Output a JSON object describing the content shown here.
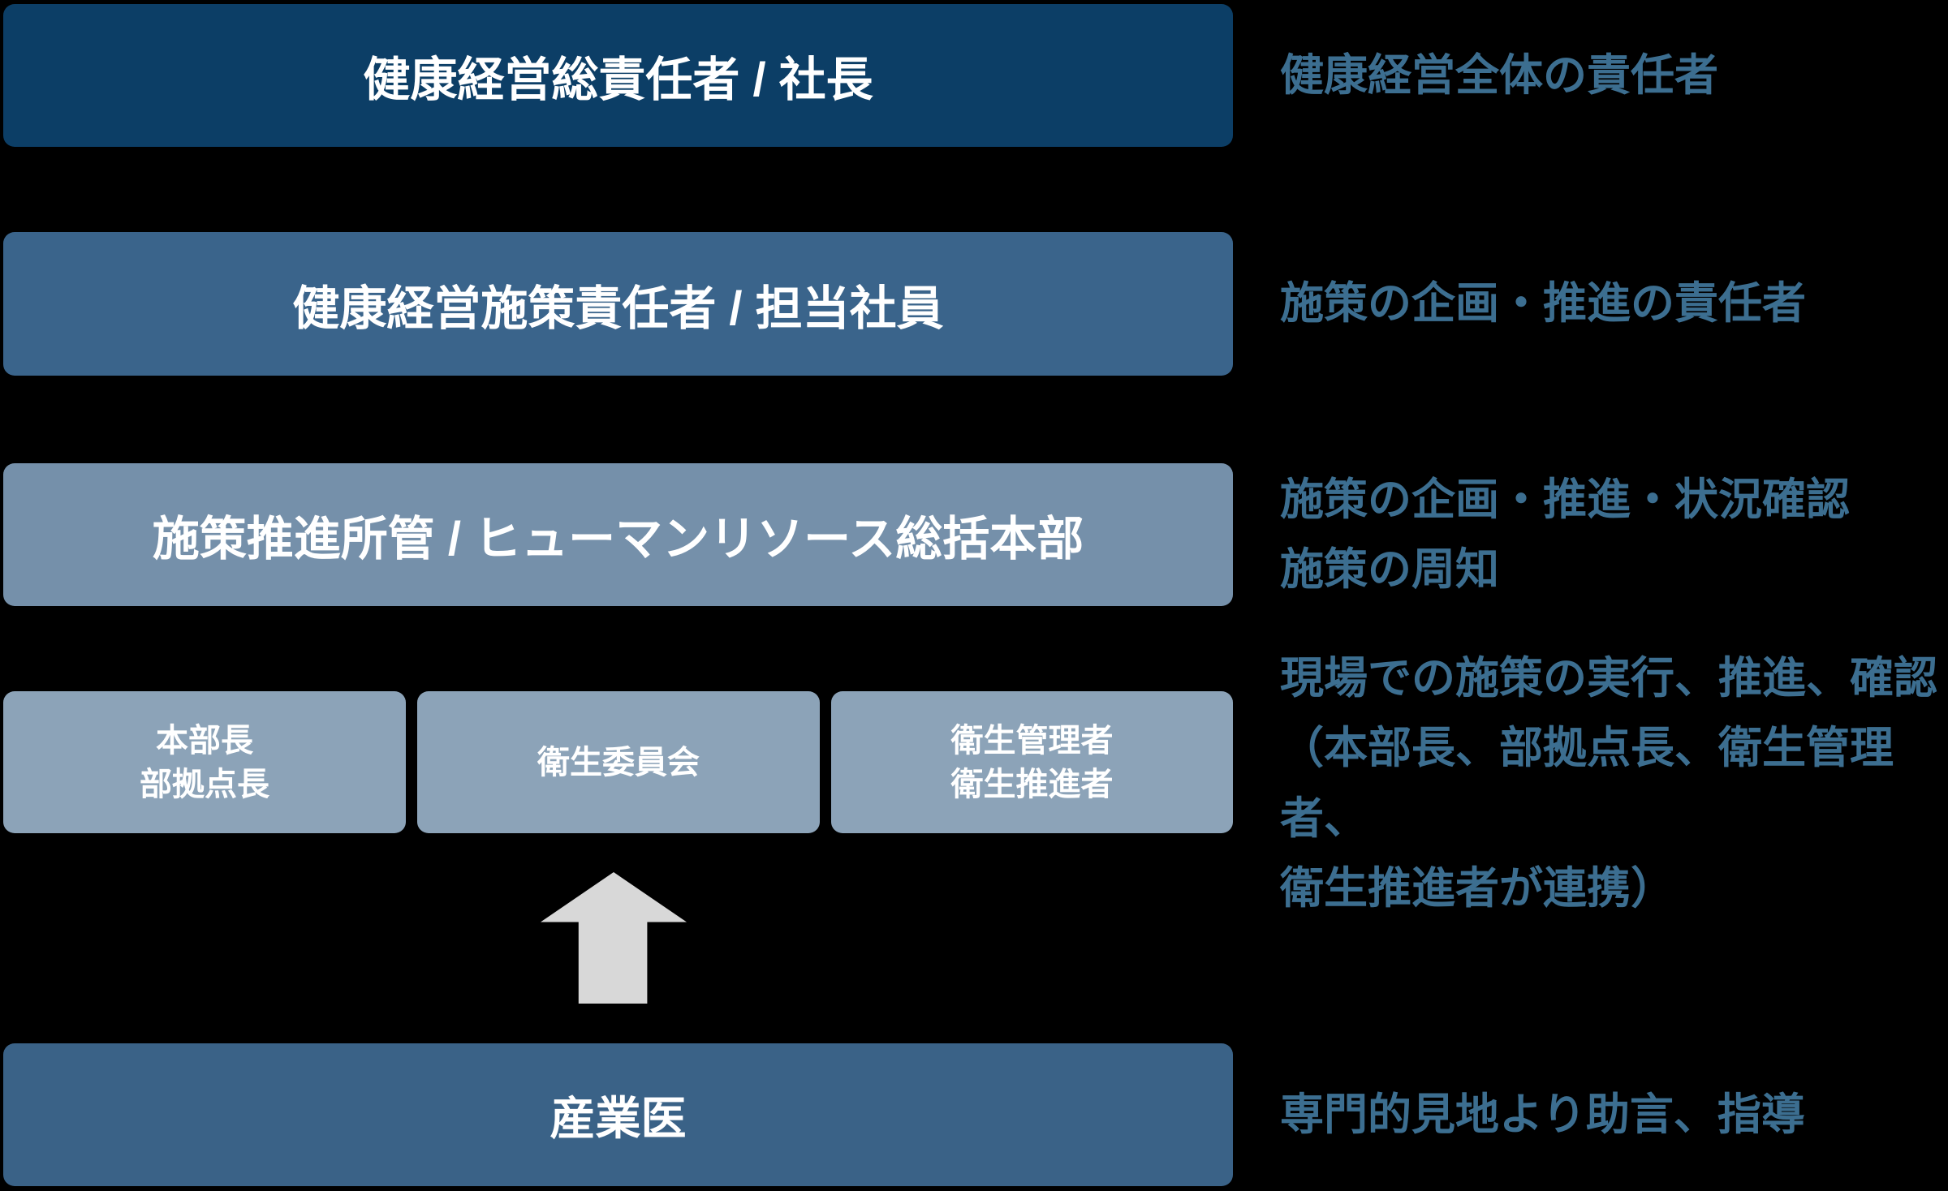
{
  "diagram": {
    "rows": [
      {
        "label": "健康経営総責任者 / 社長",
        "note": "健康経営全体の責任者"
      },
      {
        "label": "健康経営施策責任者 / 担当社員",
        "note": "施策の企画・推進の責任者"
      },
      {
        "label": "施策推進所管 / ヒューマンリソース総括本部",
        "note": "施策の企画・推進・状況確認\n施策の周知"
      },
      {
        "boxes": [
          "本部長\n部拠点長",
          "衛生委員会",
          "衛生管理者\n衛生推進者"
        ],
        "note": "現場での施策の実行、推進、確認\n（本部長、部拠点長、衛生管理者、\n衛生推進者が連携）"
      },
      {
        "label": "産業医",
        "note": "専門的見地より助言、指導"
      }
    ],
    "arrow": "up-arrow from 産業医 to 衛生委員会",
    "colors": {
      "background": "#000000",
      "bar_level_1": "#0c3e66",
      "bar_level_2": "#3a648b",
      "bar_level_3": "#7590aa",
      "bar_level_4_boxes": "#8ca3b8",
      "bar_level_5": "#3a6287",
      "bar_text": "#ffffff",
      "note_text": "#3c6e90",
      "arrow": "#d8d8d8"
    }
  }
}
